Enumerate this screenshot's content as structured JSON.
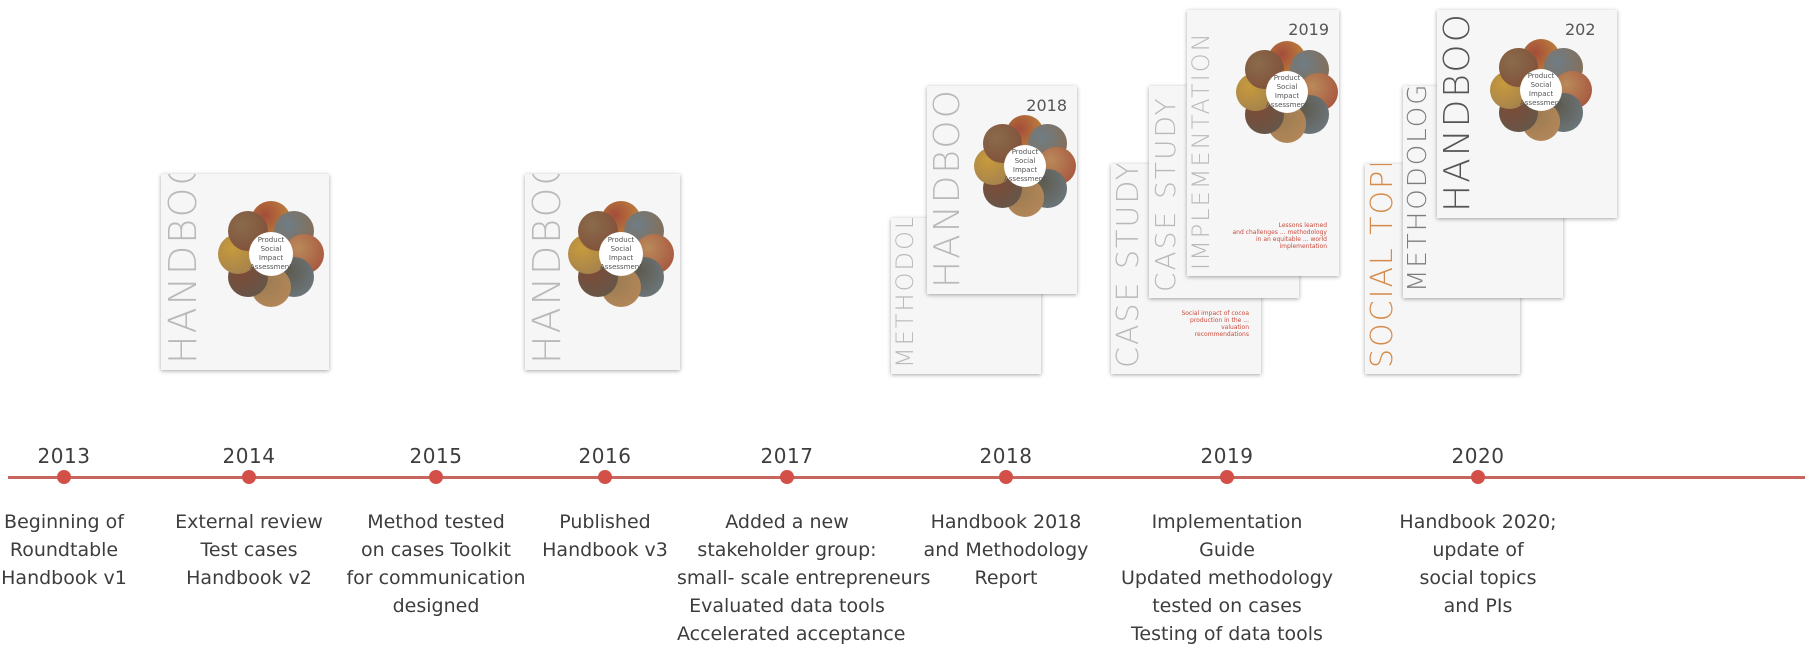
{
  "timeline": [
    {
      "year": "2013",
      "desc": [
        "Beginning of",
        "Roundtable",
        "Handbook v1"
      ]
    },
    {
      "year": "2014",
      "desc": [
        "External review",
        "Test cases",
        "Handbook v2"
      ]
    },
    {
      "year": "2015",
      "desc": [
        "Method tested",
        "on cases Toolkit",
        "for communication",
        "designed"
      ]
    },
    {
      "year": "2016",
      "desc": [
        "Published",
        "Handbook v3"
      ]
    },
    {
      "year": "2017",
      "desc": [
        "Added a new",
        "stakeholder group:",
        "small- scale entrepreneurs",
        "Evaluated data tools",
        "Accelerated acceptance"
      ]
    },
    {
      "year": "2018",
      "desc": [
        "Handbook 2018",
        "and Methodology",
        "Report"
      ]
    },
    {
      "year": "2019",
      "desc": [
        "Implementation",
        "Guide",
        "Updated methodology",
        "tested on cases",
        "Testing of data tools"
      ]
    },
    {
      "year": "2020",
      "desc": [
        "Handbook 2020;",
        "update of",
        "social topics",
        "and PIs"
      ]
    }
  ],
  "covers": {
    "c2014": {
      "title": "HANDBOOK",
      "center": [
        "Product",
        "Social Impact",
        "Assessment"
      ]
    },
    "c2016": {
      "title": "HANDBOOK",
      "center": [
        "Product",
        "Social Impact",
        "Assessment"
      ]
    },
    "c2018_method": {
      "title": "METHODOLOGY"
    },
    "c2018_hand": {
      "title": "HANDBOOK",
      "year": "2018",
      "center": [
        "Product",
        "Social Impact",
        "Assessment"
      ]
    },
    "c2019_cs1": {
      "title": "CASE STUDY"
    },
    "c2019_cs2": {
      "title": "CASE STUDY"
    },
    "c2019_impl": {
      "title": "IMPLEMENTATION",
      "year": "2019",
      "center": [
        "Product",
        "Social Impact",
        "Assessment"
      ]
    },
    "c2020_social": {
      "title": "SOCIAL TOPICS"
    },
    "c2020_method": {
      "title": "METHODOLOGY"
    },
    "c2020_hand": {
      "title": "HANDBOOK",
      "year": "202",
      "center": [
        "Product",
        "Social Impact",
        "Assessment"
      ]
    }
  },
  "colors": {
    "axis": "#c9655f",
    "dot": "#d25047",
    "text": "#3d3d3d",
    "spine": "#b9b9b9"
  }
}
